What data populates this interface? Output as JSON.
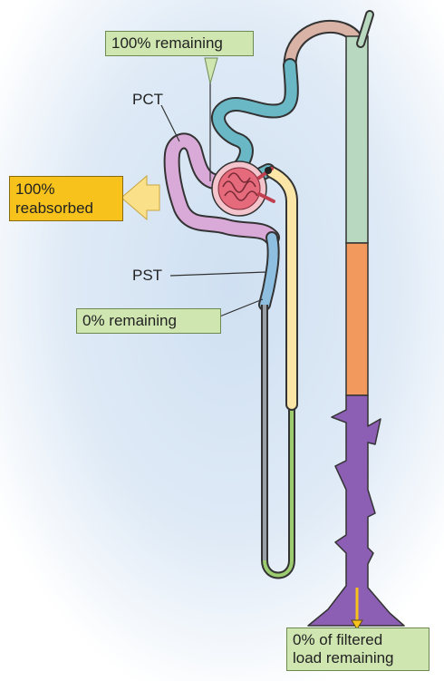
{
  "labels": {
    "remaining_top": "100% remaining",
    "pct": "PCT",
    "reabsorbed_line1": "100%",
    "reabsorbed_line2": "reabsorbed",
    "pst": "PST",
    "remaining_zero": "0% remaining",
    "filtered_line1": "0% of filtered",
    "filtered_line2": "load remaining"
  },
  "colors": {
    "background_glow": "#cfe0f2",
    "label_fill": "#cfe6b0",
    "label_border": "#6d8a52",
    "reabsorbed_fill": "#f7c21c",
    "arrow_fill": "#fbe08a",
    "pct_tubule": "#d9a9d8",
    "teal_tubule": "#6ab7c6",
    "pst_tubule": "#8fbfe0",
    "thick_ascending": "#fbe6a8",
    "thin_limb": "#9aa0a8",
    "green_limb": "#9ccb70",
    "duct_upper": "#b9d8c0",
    "duct_orange": "#f29a5e",
    "duct_purple": "#8d5fb4",
    "glomerulus": "#e46a7c"
  }
}
